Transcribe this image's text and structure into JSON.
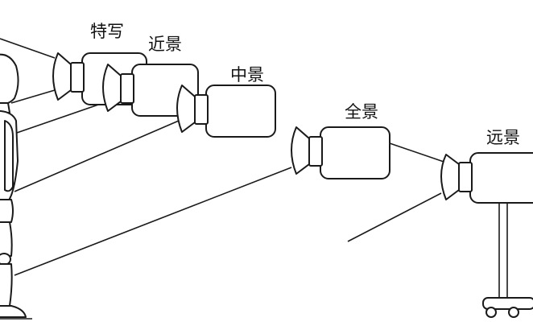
{
  "shot_labels": {
    "closeup": "特写",
    "close_shot": "近景",
    "medium_shot": "中景",
    "full_shot": "全景",
    "long_shot": "远景"
  },
  "colors": {
    "stroke": "#1a1a1a",
    "fill": "#ffffff",
    "background": "#ffffff"
  }
}
